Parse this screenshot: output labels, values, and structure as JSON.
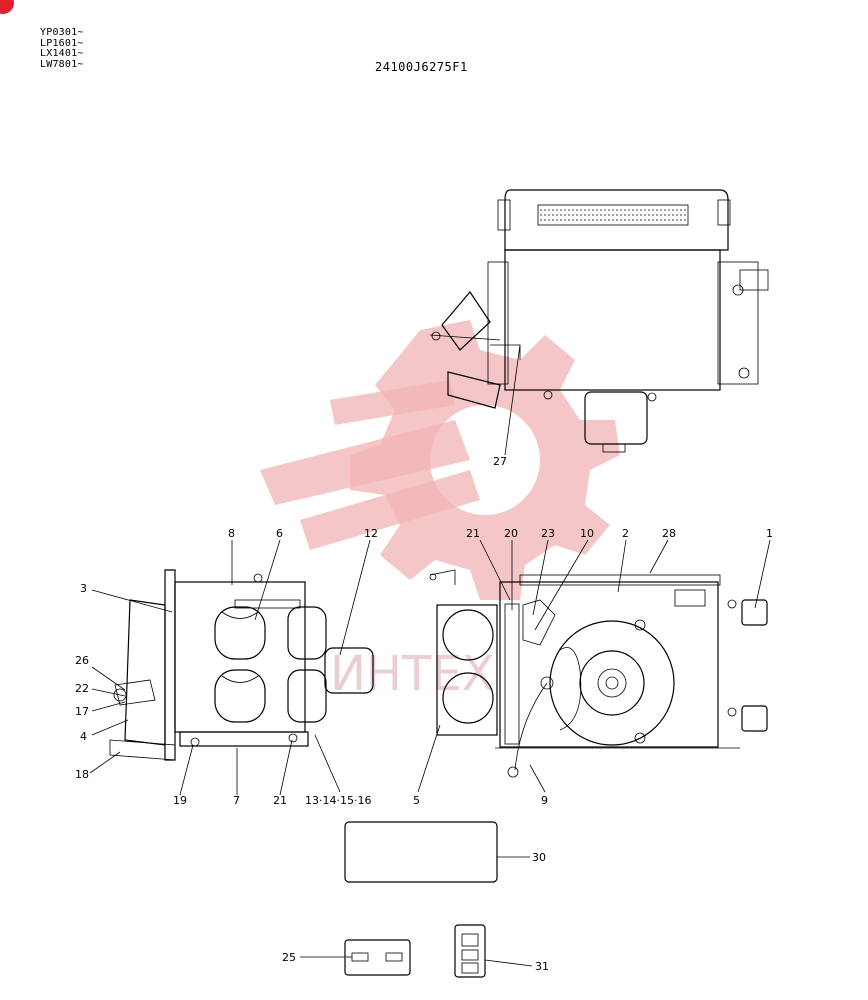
{
  "serials": [
    "YP0301~",
    "LP1601~",
    "LX1401~",
    "LW7801~"
  ],
  "drawing_number": "24100J6275F1",
  "watermark_text": "ИНТЕХ",
  "callouts": {
    "c27": "27",
    "c8": "8",
    "c6": "6",
    "c12": "12",
    "c3": "3",
    "c26": "26",
    "c22": "22",
    "c17": "17",
    "c4": "4",
    "c18": "18",
    "c19": "19",
    "c7": "7",
    "c21a": "21",
    "c13": "13·14·15·16",
    "c21b": "21",
    "c20": "20",
    "c23": "23",
    "c10": "10",
    "c2": "2",
    "c28": "28",
    "c1": "1",
    "c5": "5",
    "c9": "9",
    "c30": "30",
    "c25": "25",
    "c31": "31"
  },
  "colors": {
    "watermark": "#f2b3b5",
    "corner_mark": "#e0202b"
  }
}
